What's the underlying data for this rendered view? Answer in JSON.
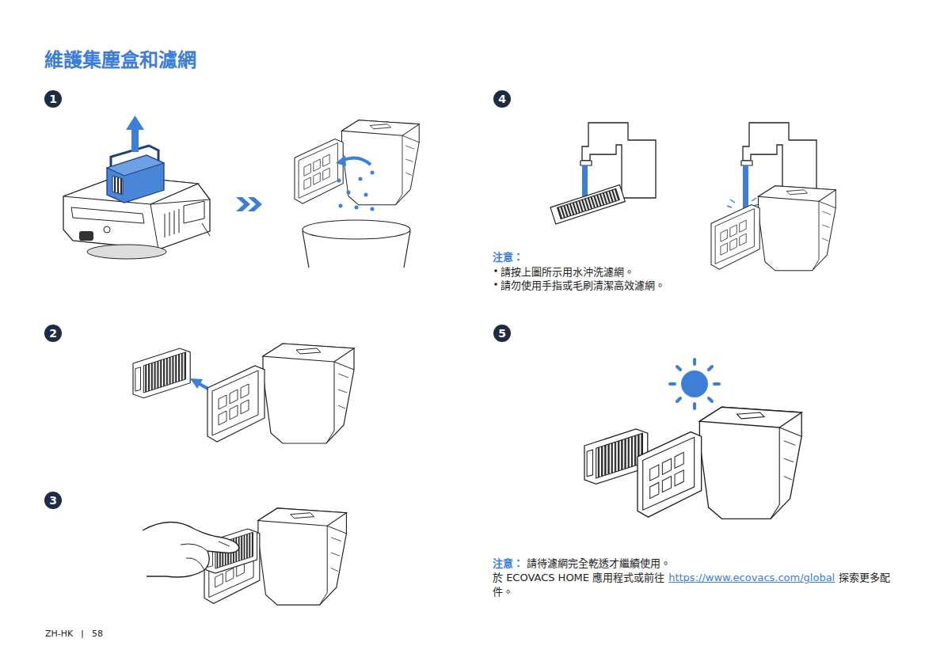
{
  "diagram": {
    "title": "維護集塵盒和濾網",
    "labels": [
      "1",
      "2",
      "3",
      "4",
      "5",
      "注意：",
      "請按上圖所示用水沖洗濾網。",
      "請勿使用手指或毛刷清潔高效濾網。",
      "注意：",
      "請待濾網完全乾透才繼續使用。",
      "於 ECOVACS HOME 應用程式或前往",
      "https://www.ecovacs.com/global",
      "探索更多配件。",
      "ZH-HK",
      "58"
    ]
  }
}
